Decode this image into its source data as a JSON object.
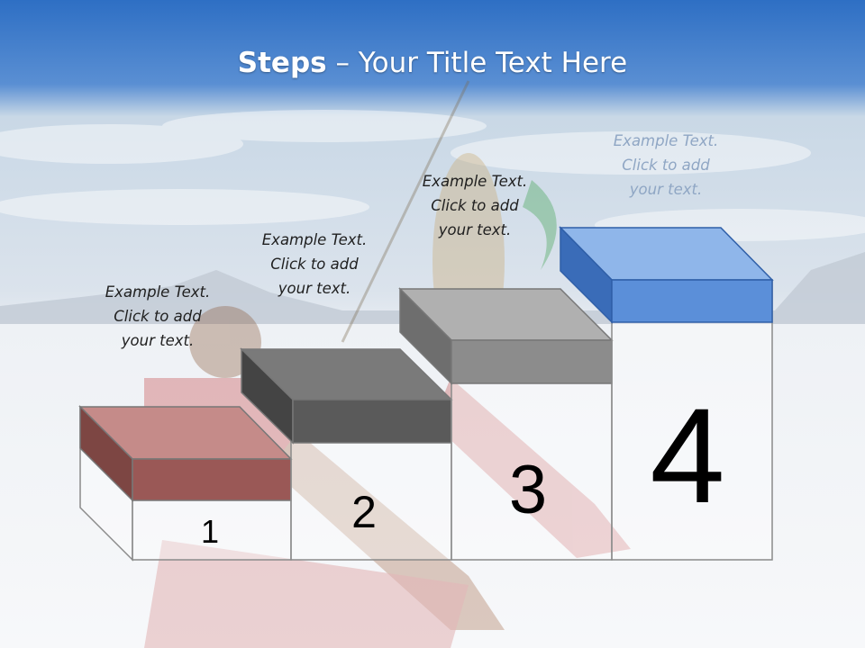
{
  "title": {
    "bold": "Steps",
    "rest": " – Your Title Text Here"
  },
  "steps": [
    {
      "number": "1",
      "color": "#9a5856",
      "caption": [
        "Example Text.",
        "Click  to add",
        "your text."
      ]
    },
    {
      "number": "2",
      "color": "#5a5a5a",
      "caption": [
        "Example Text.",
        "Click  to add",
        "your text."
      ]
    },
    {
      "number": "3",
      "color": "#8c8c8c",
      "caption": [
        "Example Text.",
        "Click  to add",
        "your text."
      ]
    },
    {
      "number": "4",
      "color": "#5b8fd9",
      "caption": [
        "Example Text.",
        "Click  to add",
        "your text."
      ]
    }
  ]
}
